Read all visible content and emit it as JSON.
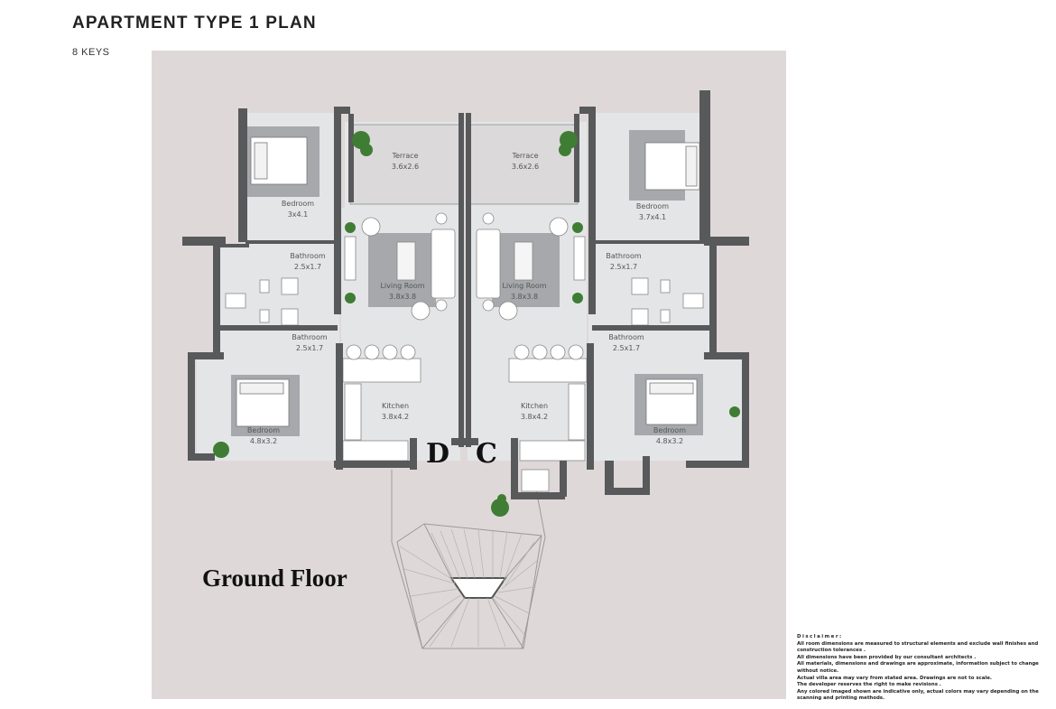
{
  "header": {
    "title": "APARTMENT TYPE 1 PLAN",
    "subtitle": "8 KEYS"
  },
  "plan": {
    "floor_label": "Ground Floor",
    "unit_labels": [
      "D",
      "C"
    ],
    "rooms": [
      {
        "name": "Terrace",
        "size": "3.6x2.6"
      },
      {
        "name": "Terrace",
        "size": "3.6x2.6"
      },
      {
        "name": "Bedroom",
        "size": "3x4.1"
      },
      {
        "name": "Bedroom",
        "size": "3.7x4.1"
      },
      {
        "name": "Bathroom",
        "size": "2.5x1.7"
      },
      {
        "name": "Bathroom",
        "size": "2.5x1.7"
      },
      {
        "name": "Bathroom",
        "size": "2.5x1.7"
      },
      {
        "name": "Bathroom",
        "size": "2.5x1.7"
      },
      {
        "name": "Living Room",
        "size": "3.8x3.8"
      },
      {
        "name": "Living Room",
        "size": "3.8x3.8"
      },
      {
        "name": "Kitchen",
        "size": "3.8x4.2"
      },
      {
        "name": "Kitchen",
        "size": "3.8x4.2"
      },
      {
        "name": "Bedroom",
        "size": "4.8x3.2"
      },
      {
        "name": "Bedroom",
        "size": "4.8x3.2"
      }
    ],
    "colors": {
      "wall": "#58595b",
      "floor": "#e4e5e7",
      "rug": "#a6a8ab",
      "background": "#dfd8d9",
      "plant": "#3f7d34"
    }
  },
  "disclaimer": {
    "title": "Disclaimer:",
    "lines": [
      "All room dimensions are measured to structural elements and exclude wall finishes and construction tolerances .",
      "All  dimensions have been provided by our consultant architects .",
      "All materials, dimensions and drawings are approximate, information subject to change without notice.",
      "Actual villa area may vary from stated area. Drawings are not to scale.",
      "The developer reserves the right to make revisions .",
      "Any colored imaged shown are indicative only, actual colors may vary depending on the scanning and printing methods."
    ]
  }
}
